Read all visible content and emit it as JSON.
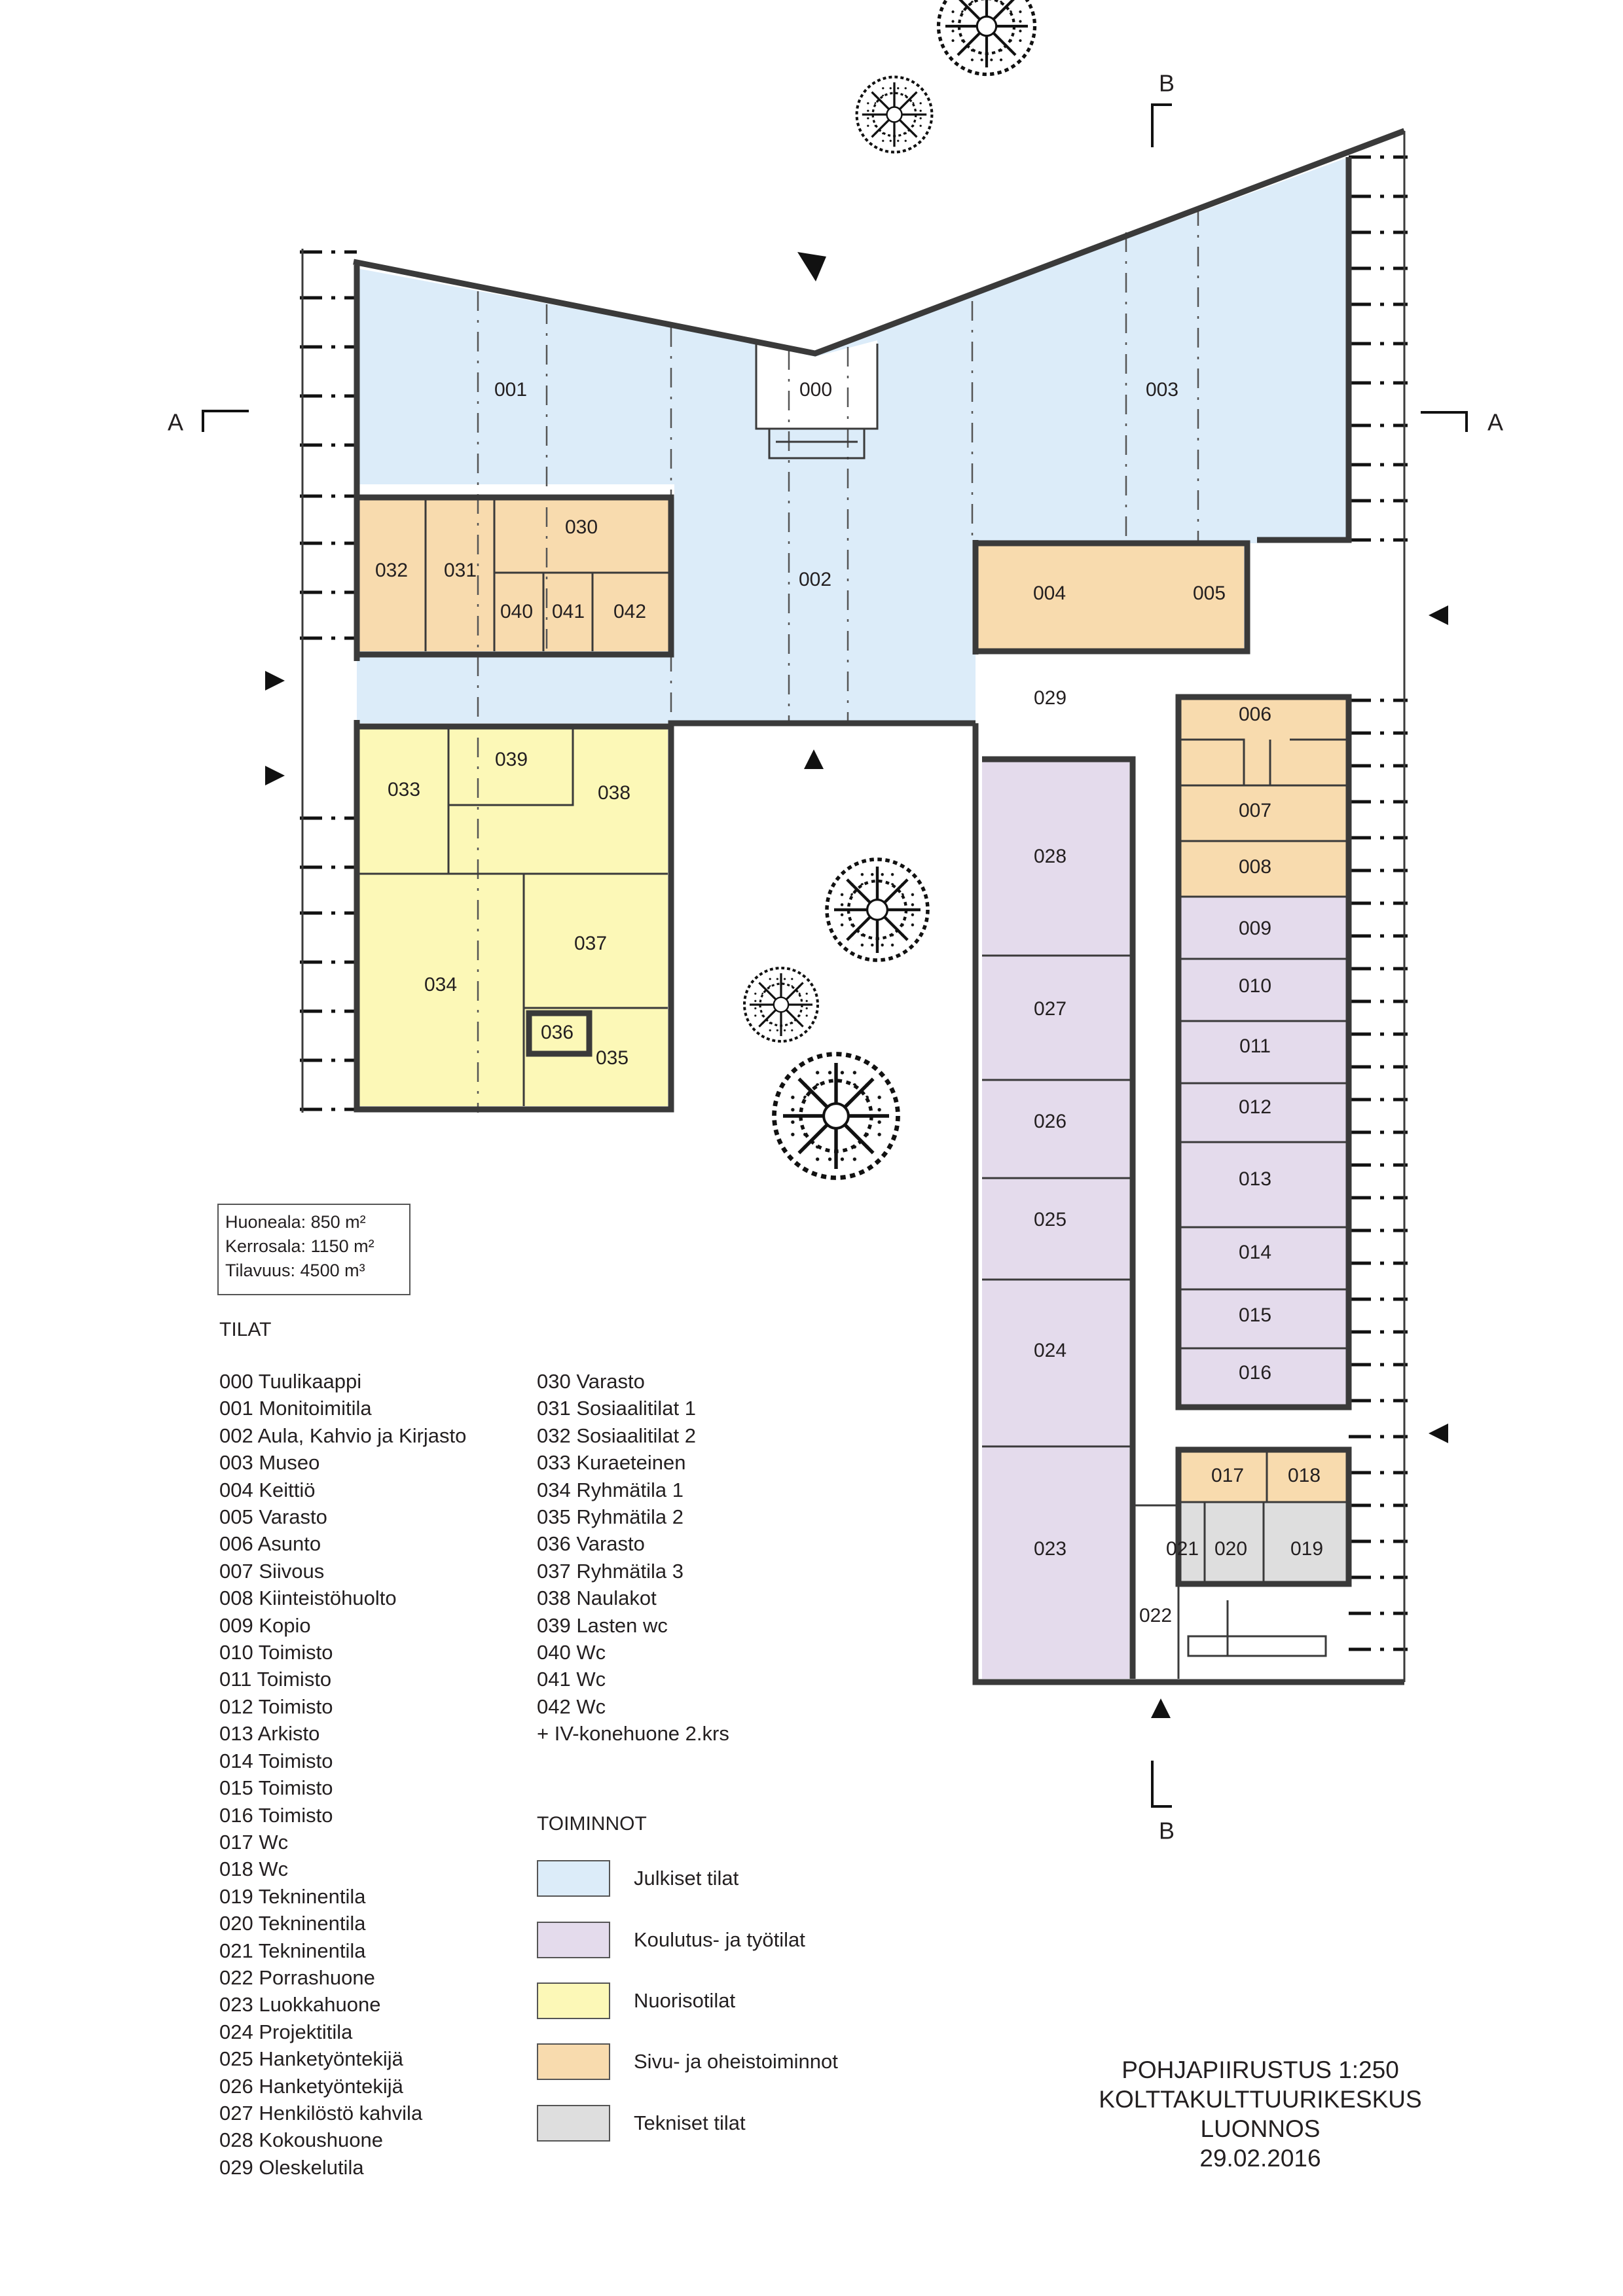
{
  "colors": {
    "public": "#dcecf9",
    "education": "#e4dbec",
    "youth": "#fcf8b7",
    "support": "#f8dbae",
    "technical": "#dedede"
  },
  "icons": [
    "tree-icon",
    "entrance-arrow-icon",
    "section-marker-icon"
  ],
  "section_markers": {
    "a": "A",
    "b": "B"
  },
  "rooms": {
    "r000": "000",
    "r001": "001",
    "r002": "002",
    "r003": "003",
    "r004": "004",
    "r005": "005",
    "r006": "006",
    "r007": "007",
    "r008": "008",
    "r009": "009",
    "r010": "010",
    "r011": "011",
    "r012": "012",
    "r013": "013",
    "r014": "014",
    "r015": "015",
    "r016": "016",
    "r017": "017",
    "r018": "018",
    "r019": "019",
    "r020": "020",
    "r021": "021",
    "r022": "022",
    "r023": "023",
    "r024": "024",
    "r025": "025",
    "r026": "026",
    "r027": "027",
    "r028": "028",
    "r029": "029",
    "r030": "030",
    "r031": "031",
    "r032": "032",
    "r033": "033",
    "r034": "034",
    "r035": "035",
    "r036": "036",
    "r037": "037",
    "r038": "038",
    "r039": "039",
    "r040": "040",
    "r041": "041",
    "r042": "042"
  },
  "areas": {
    "huoneala": "Huoneala: 850 m²",
    "kerrosala": "Kerrosala: 1150 m²",
    "tilavuus": "Tilavuus:   4500 m³"
  },
  "tilat": {
    "title": "TILAT",
    "col_a": [
      "000 Tuulikaappi",
      "001 Monitoimitila",
      "002 Aula, Kahvio ja Kirjasto",
      "003 Museo",
      "004 Keittiö",
      "005 Varasto",
      "006 Asunto",
      "007 Siivous",
      "008 Kiinteistöhuolto",
      "009 Kopio",
      "010 Toimisto",
      "011 Toimisto",
      "012 Toimisto",
      "013 Arkisto",
      "014 Toimisto",
      "015 Toimisto",
      "016 Toimisto",
      "017 Wc",
      "018 Wc",
      "019 Tekninentila",
      "020 Tekninentila",
      "021 Tekninentila",
      "022 Porrashuone",
      "023 Luokkahuone",
      "024 Projektitila",
      "025 Hanketyöntekijä",
      "026 Hanketyöntekijä",
      "027 Henkilöstö kahvila",
      "028 Kokoushuone",
      "029 Oleskelutila"
    ],
    "col_b": [
      "030 Varasto",
      "031 Sosiaalitilat 1",
      "032 Sosiaalitilat 2",
      "033 Kuraeteinen",
      "034 Ryhmätila 1",
      "035 Ryhmätila 2",
      "036 Varasto",
      "037 Ryhmätila 3",
      "038 Naulakot",
      "039 Lasten wc",
      "040 Wc",
      "041 Wc",
      "042 Wc",
      "+ IV-konehuone 2.krs"
    ]
  },
  "toiminnot": {
    "title": "TOIMINNOT",
    "items": [
      {
        "label": "Julkiset tilat",
        "color": "#dcecf9"
      },
      {
        "label": "Koulutus- ja työtilat",
        "color": "#e4dbec"
      },
      {
        "label": "Nuorisotilat",
        "color": "#fcf8b7"
      },
      {
        "label": "Sivu- ja oheistoiminnot",
        "color": "#f8dbae"
      },
      {
        "label": "Tekniset tilat",
        "color": "#dedede"
      }
    ]
  },
  "title_block": {
    "line1": "POHJAPIIRUSTUS 1:250",
    "line2": "KOLTTAKULTTUURIKESKUS",
    "line3": "LUONNOS",
    "line4": "29.02.2016"
  }
}
